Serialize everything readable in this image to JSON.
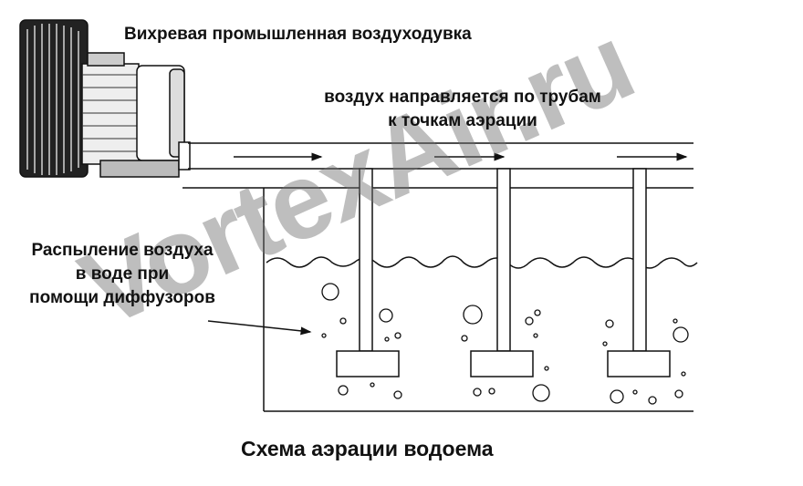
{
  "labels": {
    "blower": "Вихревая промышленная воздуходувка",
    "air_line1": "воздух направляется по трубам",
    "air_line2": "к точкам аэрации",
    "spray_line1": "Распыление воздуха",
    "spray_line2": "в воде при",
    "spray_line3": "помощи диффузоров",
    "title": "Схема аэрации водоема"
  },
  "watermark": "VortexAir.ru",
  "colors": {
    "line": "#111111",
    "watermark": "#8a8a8a"
  }
}
